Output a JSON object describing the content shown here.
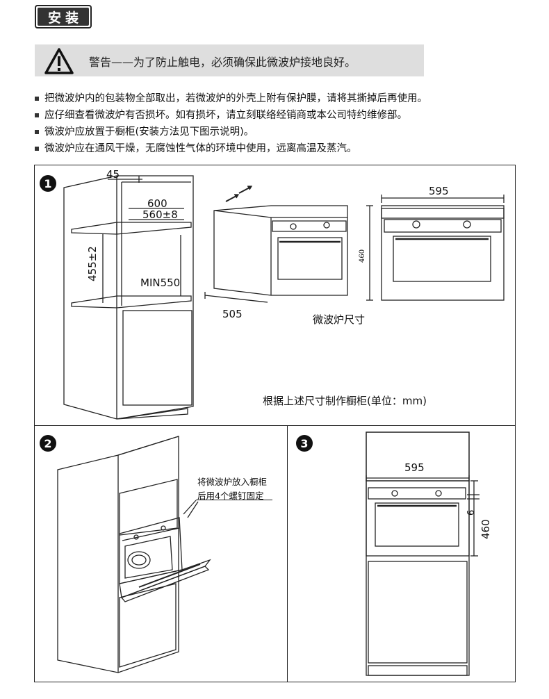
{
  "header": {
    "title": "安装"
  },
  "warning": {
    "text": "警告——为了防止触电，必须确保此微波炉接地良好。",
    "icon": "warning-triangle-icon"
  },
  "bullets": [
    "把微波炉内的包装物全部取出，若微波炉的外壳上附有保护膜，请将其撕掉后再使用。",
    "应仔细查看微波炉有否损坏。如有损坏，请立刻联络经销商或本公司特约维修部。",
    "微波炉应放置于橱柜(安装方法见下图示说明)。",
    "微波炉应在通风干燥，无腐蚀性气体的环境中使用，远离高温及蒸汽。"
  ],
  "step1": {
    "number": "1",
    "dim_45": "45",
    "dim_600": "600",
    "dim_560": "560±8",
    "dim_455": "455±2",
    "dim_min550": "MIN550",
    "dim_505": "505",
    "dim_595": "595",
    "dim_460": "460",
    "caption_size": "微波炉尺寸",
    "caption_cabinet": "根据上述尺寸制作橱柜(单位：mm)"
  },
  "step2": {
    "number": "2",
    "note_line1": "将微波炉放入橱柜",
    "note_line2": "后用4个螺钉固定"
  },
  "step3": {
    "number": "3",
    "dim_595": "595",
    "dim_6": "6",
    "dim_460": "460"
  }
}
